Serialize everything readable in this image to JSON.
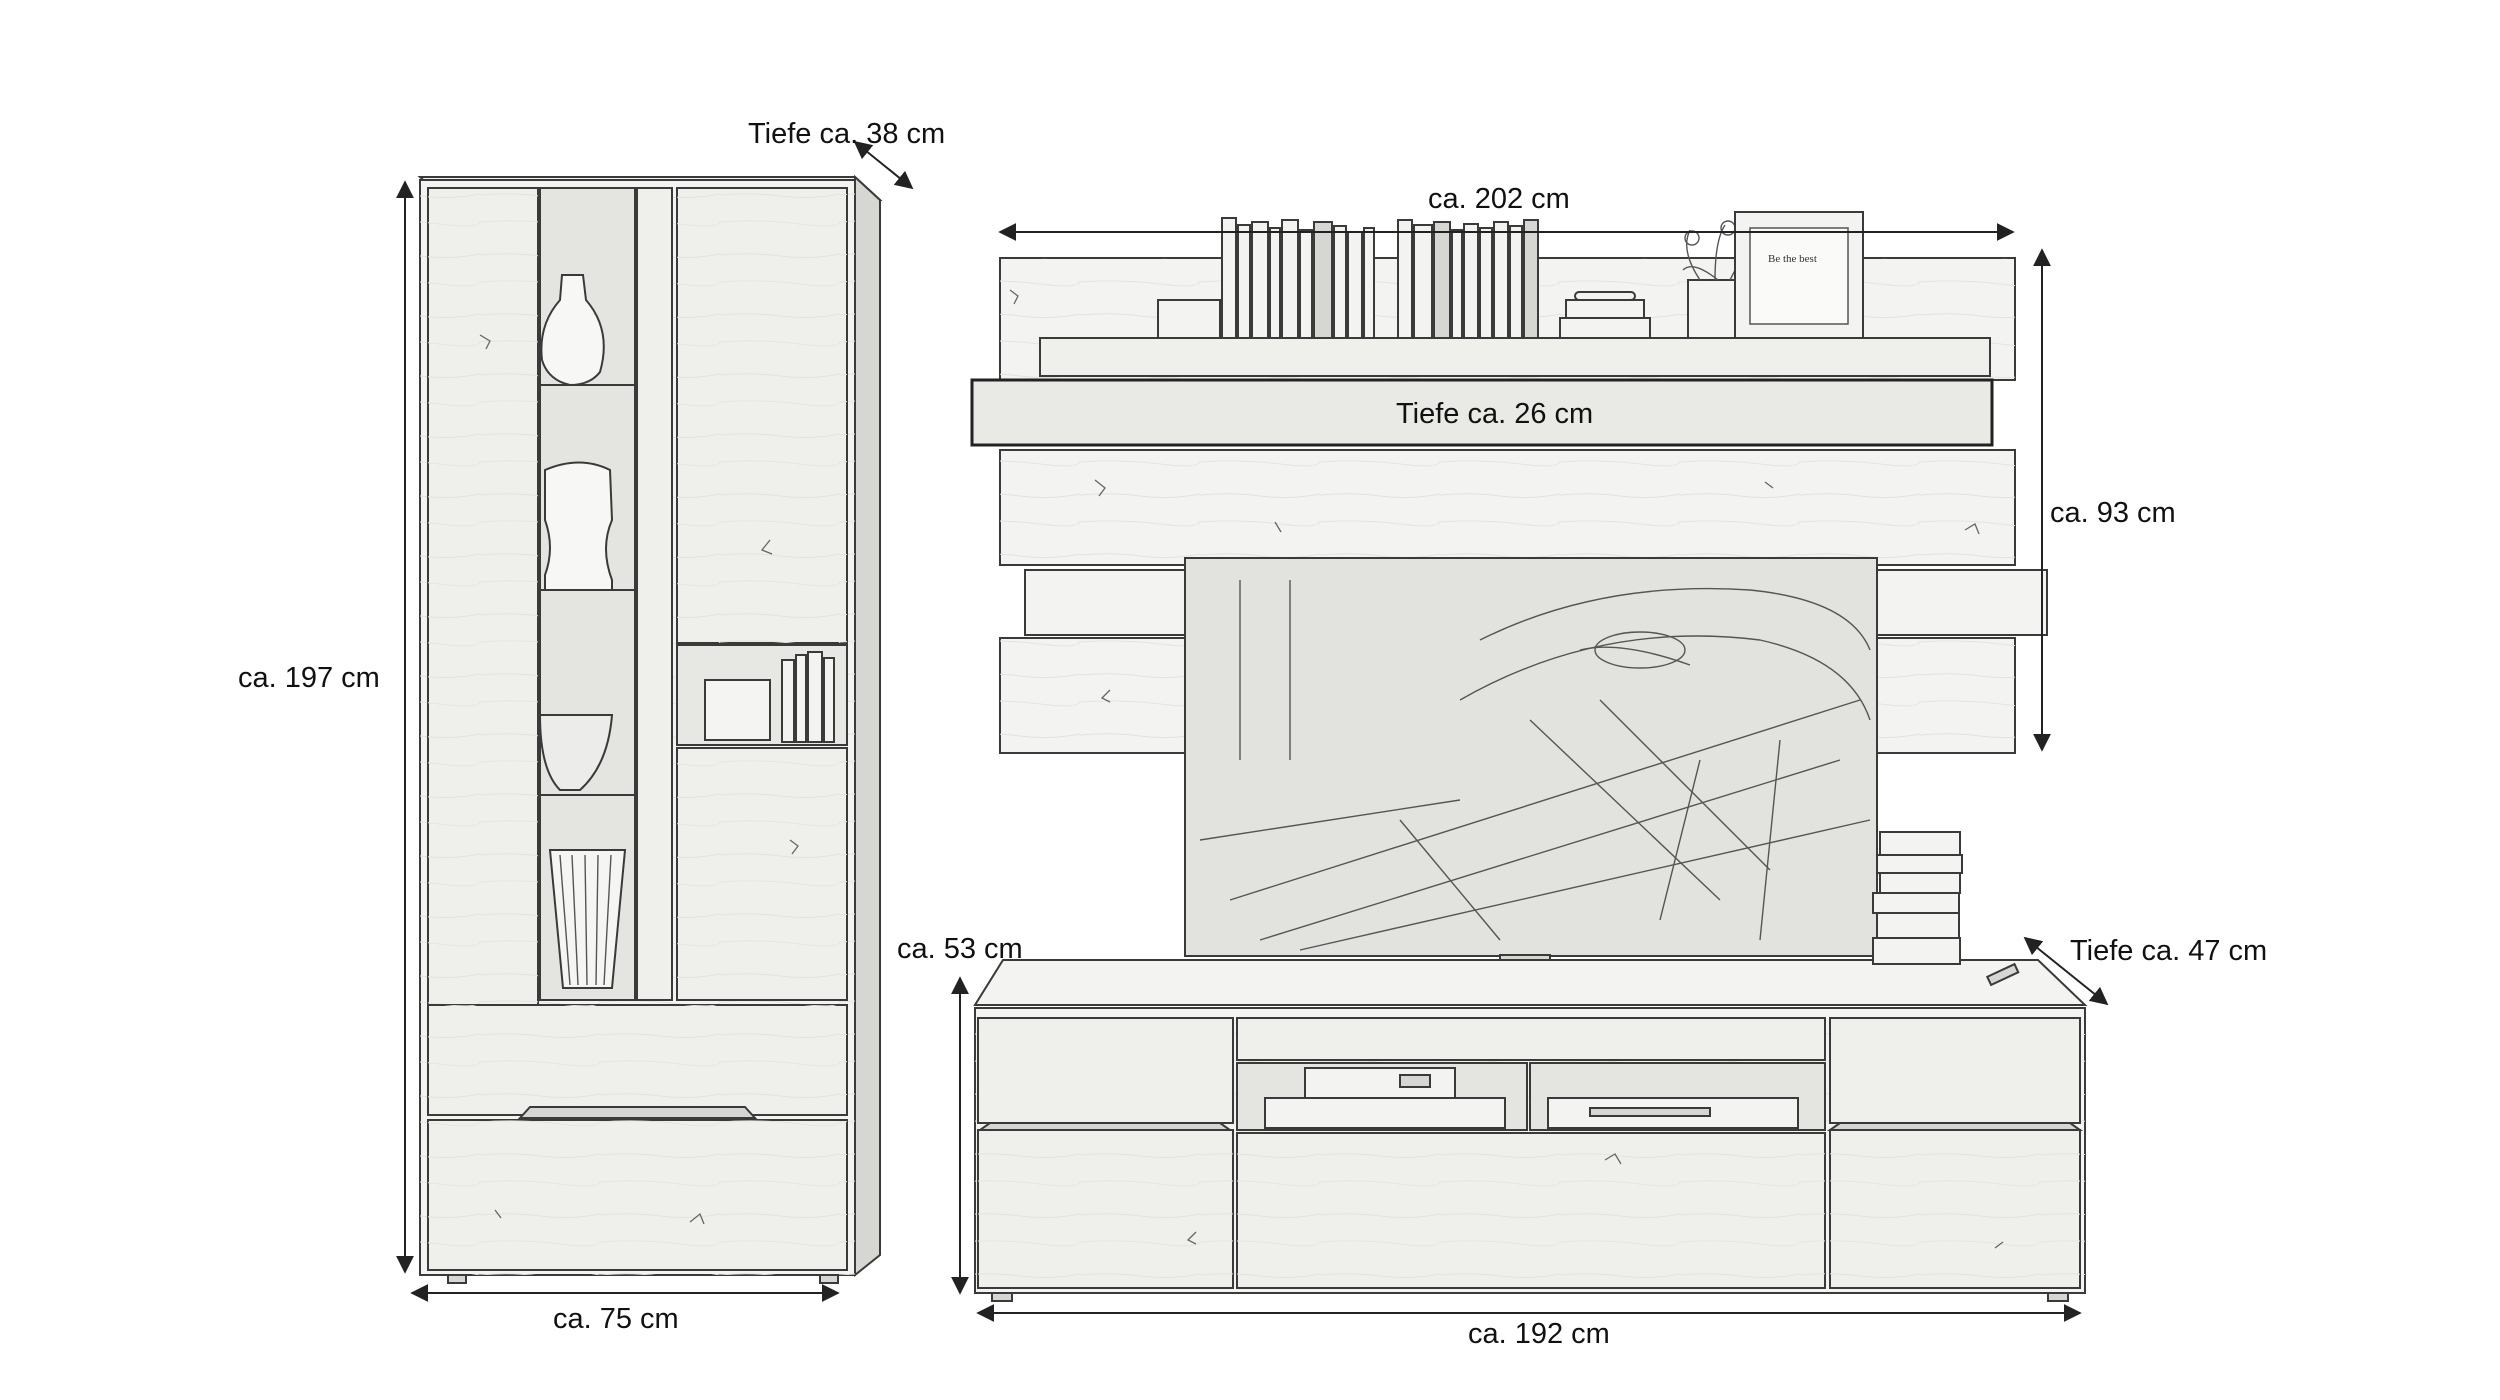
{
  "diagram": {
    "dimensions": {
      "cabinet_depth": "Tiefe ca. 38 cm",
      "cabinet_height": "ca. 197 cm",
      "cabinet_width": "ca. 75 cm",
      "panel_width": "ca. 202 cm",
      "shelf_depth": "Tiefe ca. 26 cm",
      "panel_height": "ca. 93 cm",
      "lowboard_height": "ca. 53 cm",
      "lowboard_depth": "Tiefe ca. 47 cm",
      "lowboard_width": "ca. 192 cm"
    },
    "decor_text": {
      "picture_frame_text": "Be the best"
    }
  }
}
